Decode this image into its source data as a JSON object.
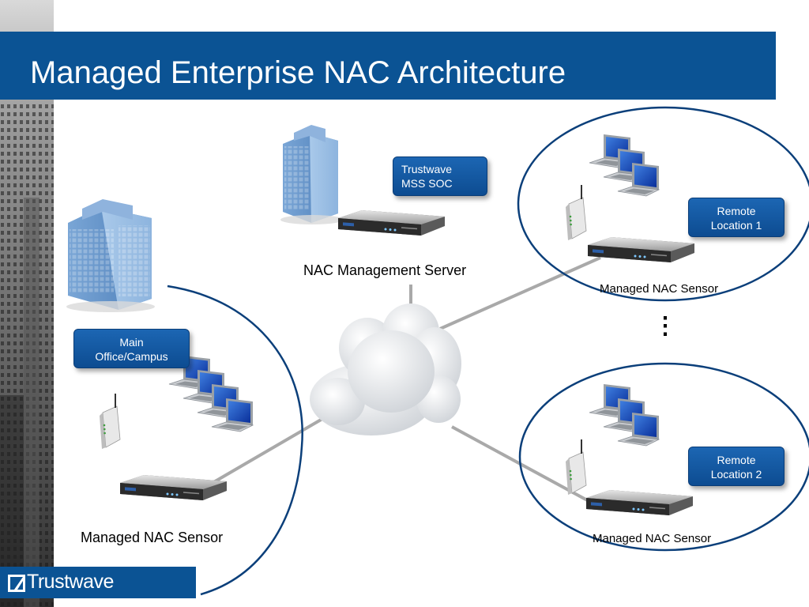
{
  "slide": {
    "title": "Managed Enterprise NAC Architecture"
  },
  "callouts": {
    "soc": {
      "line1": "Trustwave",
      "line2": "MSS SOC"
    },
    "main_office": {
      "line1": "Main",
      "line2": "Office/Campus"
    },
    "remote1": {
      "line1": "Remote",
      "line2": "Location 1"
    },
    "remote2": {
      "line1": "Remote",
      "line2": "Location 2"
    }
  },
  "labels": {
    "management_server": "NAC Management Server",
    "main_sensor": "Managed NAC Sensor",
    "remote1_sensor": "Managed NAC Sensor",
    "remote2_sensor": "Managed NAC Sensor",
    "ellipsis": "⋮"
  },
  "logo": {
    "text": "Trustwave"
  },
  "colors": {
    "brand_blue": "#0b5394",
    "callout_blue": "#1c66b3",
    "ellipse_outline": "#0b3f7a",
    "link_gray": "#a9a9a9"
  }
}
